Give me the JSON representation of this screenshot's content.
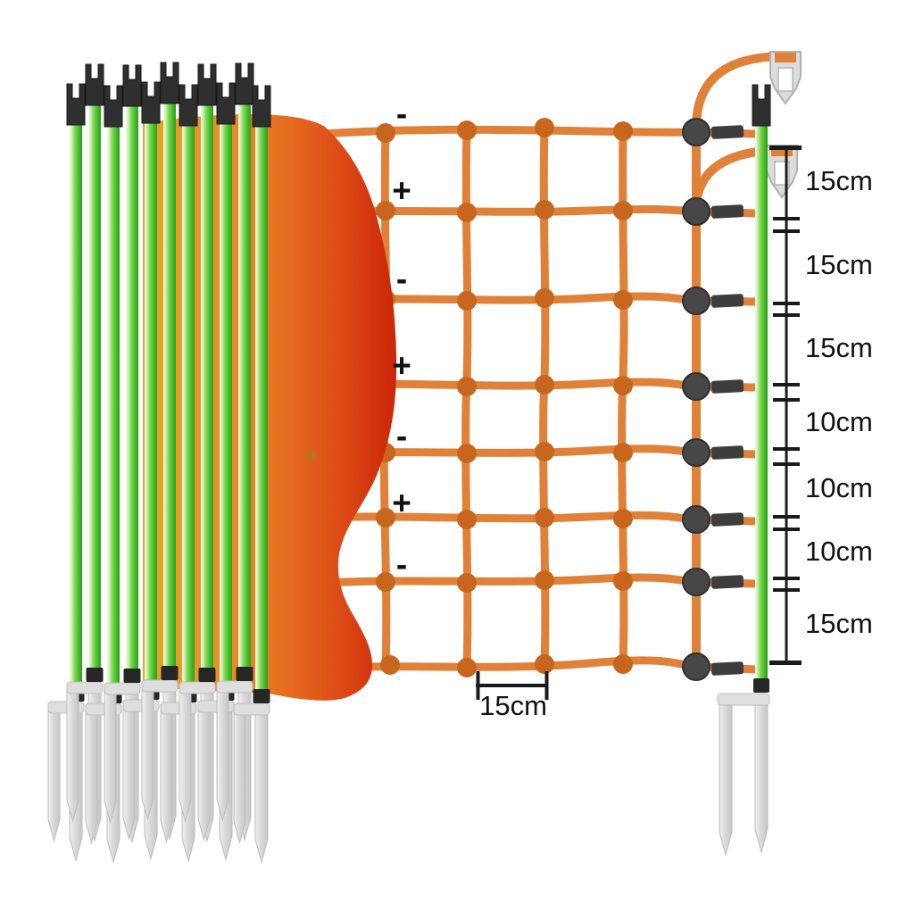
{
  "figure": {
    "wire_signs": [
      "-",
      "+",
      "-",
      "+",
      "-",
      "+",
      "-"
    ],
    "spacing_labels": [
      "15cm",
      "15cm",
      "15cm",
      "10cm",
      "10cm",
      "10cm",
      "15cm"
    ],
    "mesh_width_label": "15cm",
    "colors": {
      "net_orange": "#E0813A",
      "knot_orange": "#C8661E",
      "connector_dark": "#474747",
      "post_green": "#55C335",
      "cap_black": "#2F2F2F",
      "roll_yellow": "#E3A72E",
      "roll_orange": "#EA8C28",
      "roll_red": "#CC2508",
      "stake_gray": "#D9D9D9",
      "label_black": "#111111"
    }
  }
}
